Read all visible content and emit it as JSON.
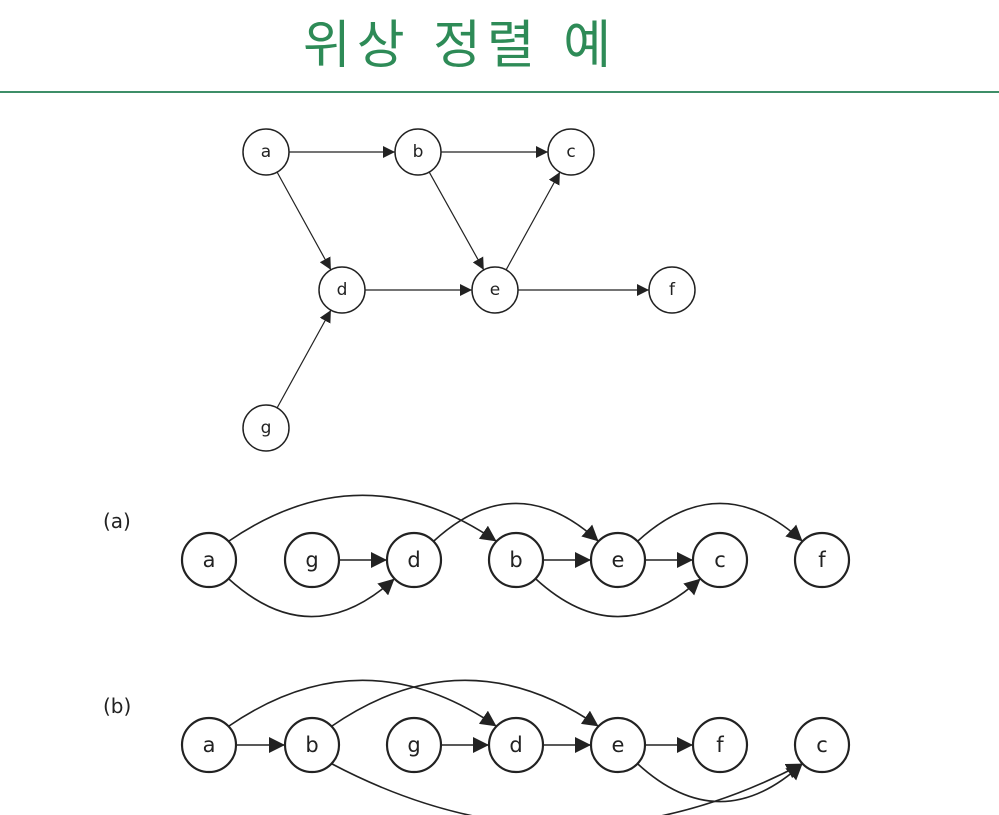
{
  "title": "위상 정렬 예",
  "graph": {
    "nodes": [
      {
        "id": "a",
        "label": "a"
      },
      {
        "id": "b",
        "label": "b"
      },
      {
        "id": "c",
        "label": "c"
      },
      {
        "id": "d",
        "label": "d"
      },
      {
        "id": "e",
        "label": "e"
      },
      {
        "id": "f",
        "label": "f"
      },
      {
        "id": "g",
        "label": "g"
      }
    ],
    "edges": [
      [
        "a",
        "b"
      ],
      [
        "b",
        "c"
      ],
      [
        "a",
        "d"
      ],
      [
        "b",
        "e"
      ],
      [
        "e",
        "c"
      ],
      [
        "d",
        "e"
      ],
      [
        "e",
        "f"
      ],
      [
        "g",
        "d"
      ]
    ]
  },
  "orderings": [
    {
      "label": "(a)",
      "sequence": [
        "a",
        "g",
        "d",
        "b",
        "e",
        "c",
        "f"
      ]
    },
    {
      "label": "(b)",
      "sequence": [
        "a",
        "b",
        "g",
        "d",
        "e",
        "f",
        "c"
      ]
    }
  ],
  "colors": {
    "title": "#2e8b57",
    "rule": "#3e8e68",
    "line": "#222222"
  }
}
